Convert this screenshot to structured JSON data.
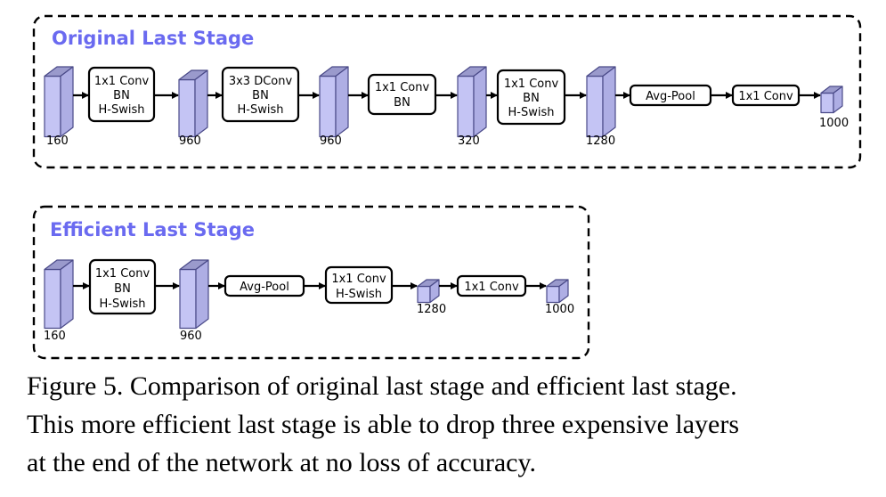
{
  "original": {
    "title": "Original Last Stage",
    "tensors": [
      "160",
      "960",
      "960",
      "320",
      "1280"
    ],
    "ops": [
      [
        "1x1 Conv",
        "BN",
        "H-Swish"
      ],
      [
        "3x3 DConv",
        "BN",
        "H-Swish"
      ],
      [
        "1x1 Conv",
        "BN"
      ],
      [
        "1x1 Conv",
        "BN",
        "H-Swish"
      ]
    ],
    "tail_ops": [
      "Avg-Pool",
      "1x1 Conv"
    ],
    "output": "1000"
  },
  "efficient": {
    "title": "Efficient Last Stage",
    "tensors": [
      "160",
      "960"
    ],
    "ops": [
      [
        "1x1 Conv",
        "BN",
        "H-Swish"
      ]
    ],
    "pool": "Avg-Pool",
    "conv2": [
      "1x1 Conv",
      "H-Swish"
    ],
    "mid_tensor": "1280",
    "conv3": "1x1 Conv",
    "output": "1000"
  },
  "caption": [
    "Figure 5. Comparison of original last stage and efficient last stage.",
    "This more efficient last stage is able to drop three expensive layers",
    "at the end of the network at no loss of accuracy."
  ],
  "colors": {
    "title": "#6a6af0",
    "tensor_front": "#c4c4f4",
    "tensor_top": "#9a9acc",
    "tensor_side": "#aeaee4",
    "tensor_stroke": "#4a4a88"
  }
}
